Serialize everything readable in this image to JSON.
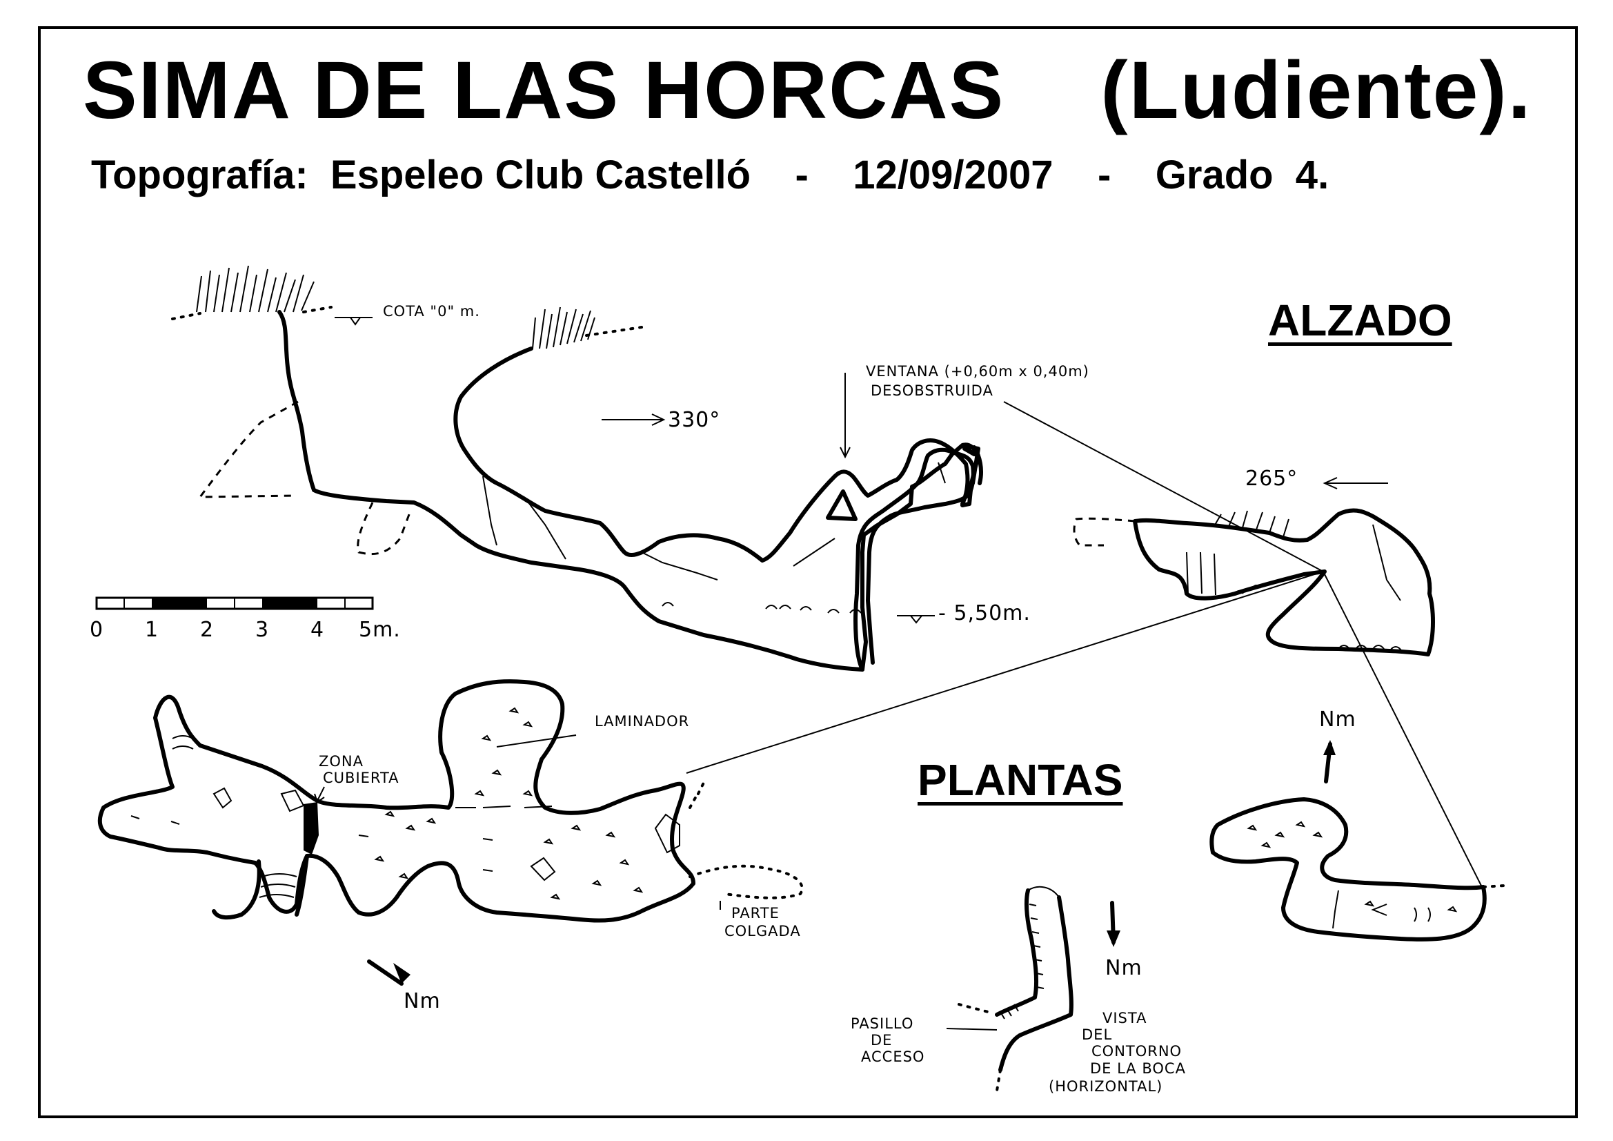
{
  "title": "SIMA DE LAS HORCAS    (Ludiente).",
  "subtitle": "Topografía:  Espeleo Club Castelló    -    12/09/2007    -    Grado  4.",
  "sections": {
    "alzado": "ALZADO",
    "plantas": "PLANTAS"
  },
  "labels": {
    "cota_cero": "COTA \"0\" m.",
    "ventana_line1": "VENTANA (+0,60m x 0,40m)",
    "ventana_line2": "DESOBSTRUIDA",
    "bearing_330": "330°",
    "bearing_265": "265°",
    "depth_bottom": "- 5,50m.",
    "zona_cubierta_line1": "ZONA",
    "zona_cubierta_line2": "CUBIERTA",
    "laminador": "LAMINADOR",
    "parte_colgada_line1": "PARTE",
    "parte_colgada_line2": "COLGADA",
    "pasillo_line1": "PASILLO",
    "pasillo_line2": "DE",
    "pasillo_line3": "ACCESO",
    "vista_line1": "VISTA",
    "vista_line2": "DEL",
    "vista_line3": "CONTORNO",
    "vista_line4": "DE LA BOCA",
    "vista_line5": "(HORIZONTAL)"
  },
  "north_markers": [
    "Nm",
    "Nm",
    "Nm"
  ],
  "scale_bar": {
    "ticks": [
      "0",
      "1",
      "2",
      "3",
      "4",
      "5m."
    ]
  },
  "colors": {
    "ink": "#000000",
    "paper": "#ffffff"
  }
}
